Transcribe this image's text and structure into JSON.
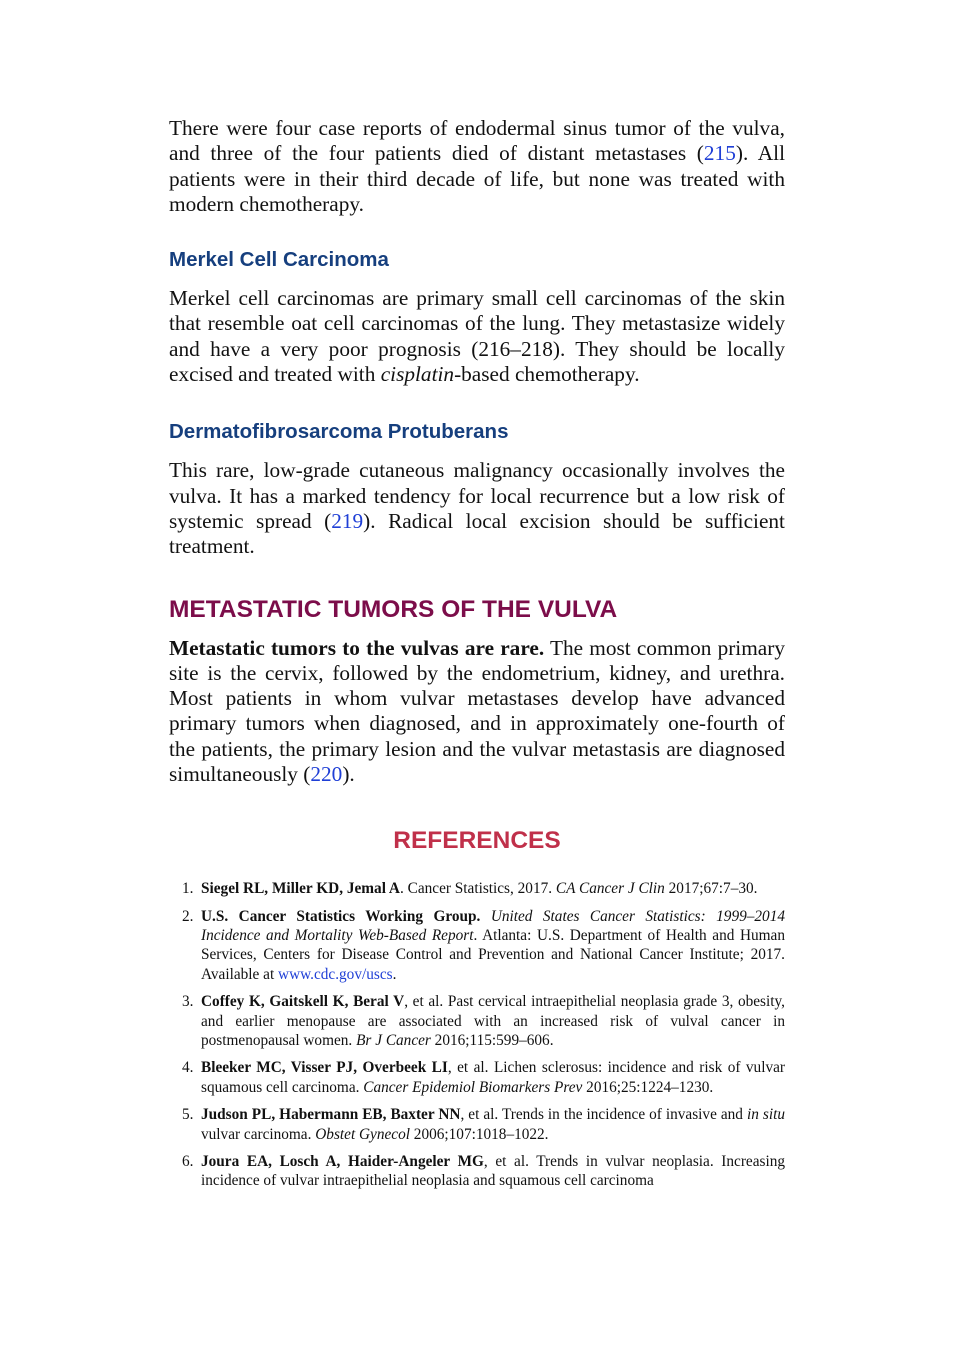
{
  "intro_paragraph": {
    "text_before": "There were four case reports of endodermal sinus tumor of the vulva, and three of the four patients died of distant metastases (",
    "link": "215",
    "text_after": "). All patients were in their third decade of life, but none was treated with modern chemotherapy."
  },
  "merkel": {
    "heading": "Merkel Cell Carcinoma",
    "text_before": "Merkel cell carcinomas are primary small cell carcinomas of the skin that resemble oat cell carcinomas of the lung. They metastasize widely and have a very poor prognosis (216–218). They should be locally excised and treated with ",
    "italic": "cisplatin",
    "text_after": "-based chemotherapy."
  },
  "dfsp": {
    "heading": "Dermatofibrosarcoma Protuberans",
    "text_before": "This rare, low-grade cutaneous malignancy occasionally involves the vulva. It has a marked tendency for local recurrence but a low risk of systemic spread (",
    "link": "219",
    "text_after": "). Radical local excision should be sufficient treatment."
  },
  "metastatic": {
    "heading": "METASTATIC TUMORS OF THE VULVA",
    "lead": "Metastatic tumors to the vulvas are rare.",
    "text_before": " The most common primary site is the cervix, followed by the endometrium, kidney, and urethra. Most patients in whom vulvar metastases develop have advanced primary tumors when diagnosed, and in approximately one-fourth of the patients, the primary lesion and the vulvar metastasis are diagnosed simultaneously (",
    "link": "220",
    "text_after": ")."
  },
  "references": {
    "title": "REFERENCES",
    "items": [
      {
        "num": "1.",
        "authors": "Siegel RL, Miller KD, Jemal A",
        "mid": ". Cancer Statistics, 2017. ",
        "journal": "CA Cancer J Clin",
        "tail": " 2017;67:7–30."
      },
      {
        "num": "2.",
        "authors": "U.S. Cancer Statistics Working Group.",
        "mid": " ",
        "journal": "United States Cancer Statistics: 1999–2014 Incidence and Mortality Web-Based Report",
        "tail": ". Atlanta: U.S. Department of Health and Human Services, Centers for Disease Control and Prevention and National Cancer Institute; 2017. Available at ",
        "url": "www.cdc.gov/uscs",
        "end": "."
      },
      {
        "num": "3.",
        "authors": "Coffey K, Gaitskell K, Beral V",
        "mid": ", et al. Past cervical intraepithelial neoplasia grade 3, obesity, and earlier menopause are associated with an increased risk of vulval cancer in postmenopausal women. ",
        "journal": "Br J Cancer",
        "tail": " 2016;115:599–606."
      },
      {
        "num": "4.",
        "authors": "Bleeker MC, Visser PJ, Overbeek LI",
        "mid": ", et al. Lichen sclerosus: incidence and risk of vulvar squamous cell carcinoma. ",
        "journal": "Cancer Epidemiol Biomarkers Prev",
        "tail": " 2016;25:1224–1230."
      },
      {
        "num": "5.",
        "authors": "Judson PL, Habermann EB, Baxter NN",
        "mid": ", et al. Trends in the incidence of invasive and ",
        "journal": "in situ",
        "tail": " vulvar carcinoma. ",
        "journal2": "Obstet Gynecol",
        "end": " 2006;107:1018–1022."
      },
      {
        "num": "6.",
        "authors": "Joura EA, Losch A, Haider-Angeler MG",
        "mid": ", et al. Trends in vulvar neoplasia. Increasing incidence of vulvar intraepithelial neoplasia and squamous cell carcinoma",
        "journal": "",
        "tail": ""
      }
    ]
  },
  "colors": {
    "subheading": "#163f7e",
    "section_heading": "#7c0d4a",
    "references_heading": "#c0304a",
    "link": "#1f3fd6"
  }
}
